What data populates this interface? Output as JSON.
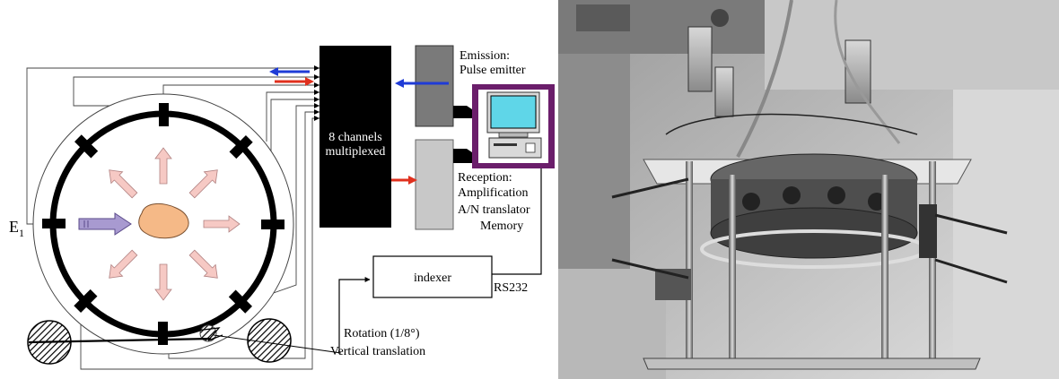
{
  "diagram": {
    "mux_line1": "8 channels",
    "mux_line2": "multiplexed",
    "emission_line1": "Emission:",
    "emission_line2": "Pulse emitter",
    "reception_line1": "Reception:",
    "reception_line2": "Amplification",
    "reception_line3": "A/N translator",
    "reception_line4": "Memory",
    "indexer": "indexer",
    "rs232": "RS232",
    "rotation": "Rotation (1/8°)",
    "translation": "Vertical translation",
    "emitter_label": "E",
    "emitter_sub": "1",
    "colors": {
      "arrow_blue": "#1f3bd6",
      "arrow_red": "#e0301e",
      "pc_frame": "#6b1e6b",
      "pc_screen": "#5fd6e8",
      "object": "#f5b987",
      "wave_arrow": "#f6c9c4",
      "emitter_arrow": "#a89ad0"
    }
  },
  "photo": {
    "alt": "experimental tomography setup photograph"
  }
}
